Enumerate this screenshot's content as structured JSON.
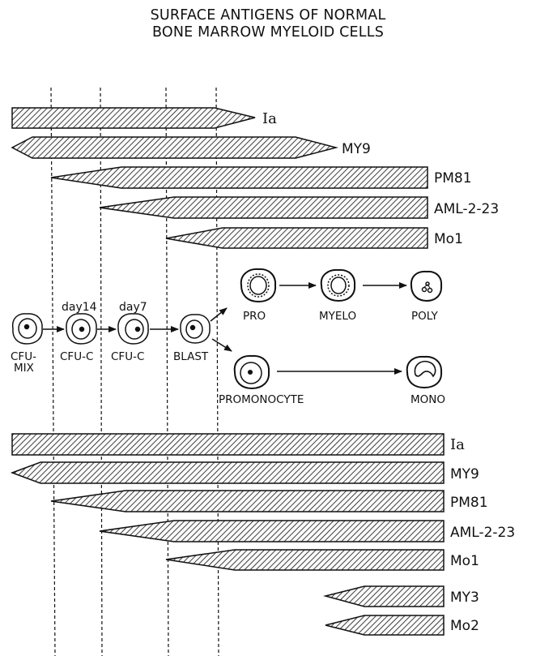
{
  "title": {
    "line1": "SURFACE ANTIGENS OF NORMAL",
    "line2": "BONE MARROW MYELOID CELLS"
  },
  "top_bars": [
    {
      "label": "Ia"
    },
    {
      "label": "MY9"
    },
    {
      "label": "PM81"
    },
    {
      "label": "AML-2-23"
    },
    {
      "label": "Mo1"
    }
  ],
  "bottom_bars": [
    {
      "label": "Ia"
    },
    {
      "label": "MY9"
    },
    {
      "label": "PM81"
    },
    {
      "label": "AML-2-23"
    },
    {
      "label": "Mo1"
    },
    {
      "label": "MY3"
    },
    {
      "label": "Mo2"
    }
  ],
  "cells": {
    "cfu_mix_line1": "CFU-",
    "cfu_mix_line2": "MIX",
    "day14": "day14",
    "cfu_c_1": "CFU-C",
    "day7": "day7",
    "cfu_c_2": "CFU-C",
    "blast": "BLAST",
    "pro": "PRO",
    "myelo": "MYELO",
    "poly": "POLY",
    "promonocyte": "PROMONOCYTE",
    "mono": "MONO"
  }
}
